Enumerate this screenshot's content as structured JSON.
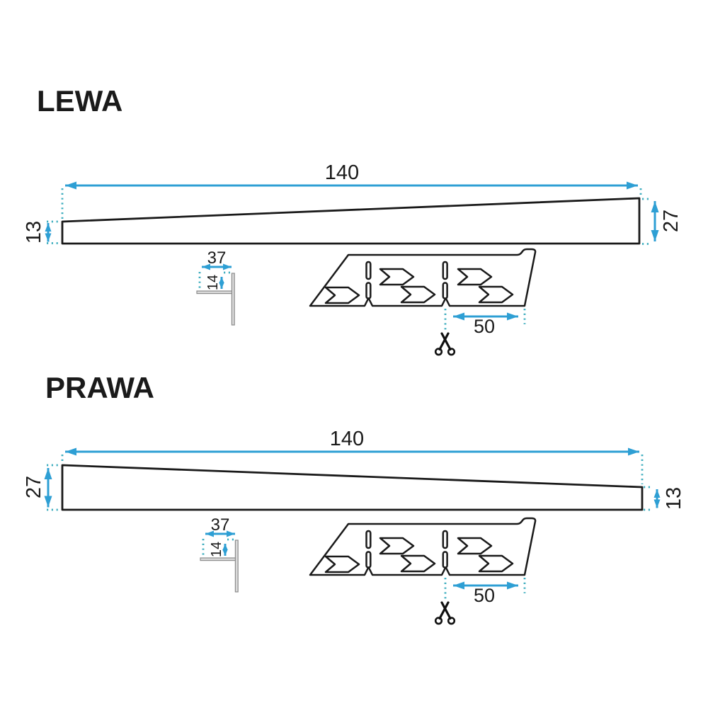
{
  "colors": {
    "dimension": "#2E9FD4",
    "extension": "#3FAEBF",
    "outline": "#1A1A1A",
    "profile_fill": "#D9D9D9",
    "profile_edge": "#8C8C8C"
  },
  "icons": {
    "scissors": "✂"
  },
  "sections": [
    {
      "title": "LEWA",
      "dim_length": "140",
      "dim_height_left": "13",
      "dim_height_right": "27",
      "dim_profile_width": "37",
      "dim_profile_height": "14",
      "dim_cut_segment": "50"
    },
    {
      "title": "PRAWA",
      "dim_length": "140",
      "dim_height_left": "27",
      "dim_height_right": "13",
      "dim_profile_width": "37",
      "dim_profile_height": "14",
      "dim_cut_segment": "50"
    }
  ]
}
